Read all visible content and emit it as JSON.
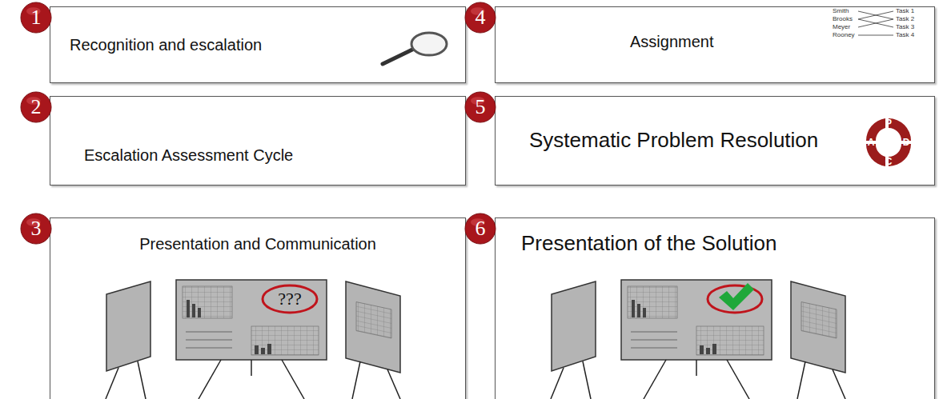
{
  "diagram": {
    "nodes": [
      {
        "text": [
          "1"
        ]
      },
      {
        "text": [
          "Recognition and escalation"
        ]
      },
      {
        "text": [
          "4"
        ]
      },
      {
        "text": [
          "Assignment"
        ]
      },
      {
        "text": [
          "2"
        ]
      },
      {
        "text": [
          "Escalation Assessment Cycle"
        ]
      },
      {
        "text": [
          "5"
        ]
      },
      {
        "text": [
          "Systematic Problem Resolution"
        ]
      },
      {
        "text": [
          "3"
        ]
      },
      {
        "text": [
          "Presentation and Communication"
        ]
      },
      {
        "text": [
          "6"
        ]
      },
      {
        "text": [
          "Presentation of the Solution"
        ]
      }
    ],
    "labels": [
      "Smith",
      "Brooks",
      "Meyer",
      "Rooney",
      "Task 1",
      "Task 2",
      "Task 3",
      "Task 4",
      "P",
      "D",
      "C",
      "A",
      "???"
    ]
  }
}
